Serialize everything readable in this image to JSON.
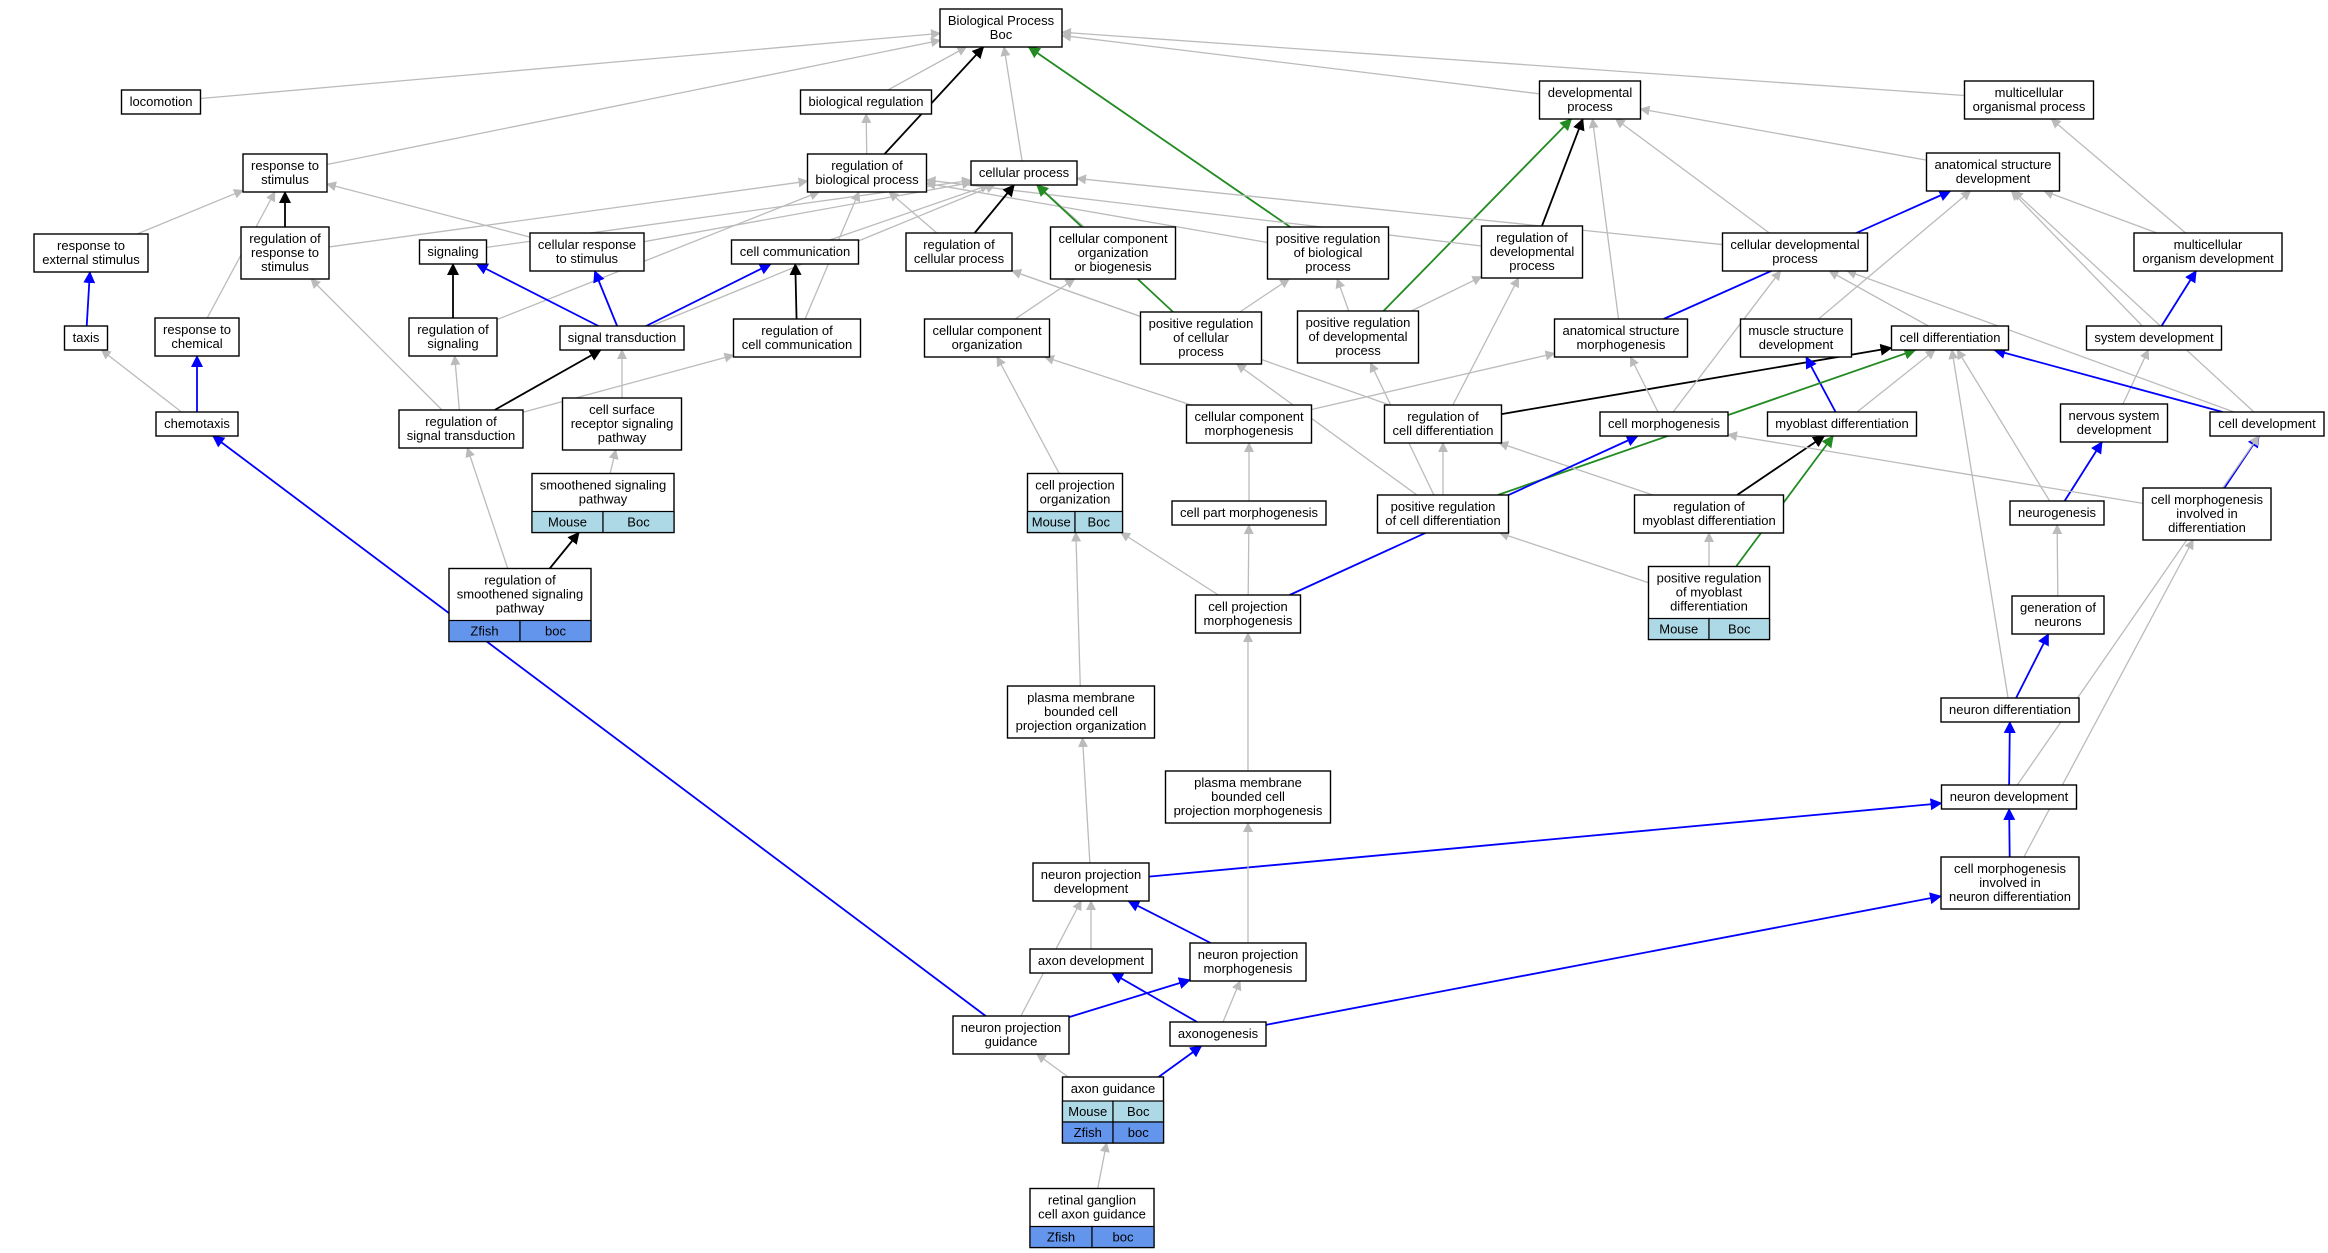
{
  "colors": {
    "gray": "#bbbbbb",
    "black": "#000000",
    "blue": "#0000ff",
    "green": "#228b22",
    "mouse_fill": "#add8e6",
    "zfish_fill": "#6495ed"
  },
  "nodes": [
    {
      "id": "bp",
      "lines": [
        "Biological Process",
        "Boc"
      ]
    },
    {
      "id": "locomotion",
      "lines": [
        "locomotion"
      ]
    },
    {
      "id": "bioreg",
      "lines": [
        "biological regulation"
      ]
    },
    {
      "id": "devproc",
      "lines": [
        "developmental",
        "process"
      ]
    },
    {
      "id": "multorg",
      "lines": [
        "multicellular",
        "organismal process"
      ]
    },
    {
      "id": "respstim",
      "lines": [
        "response to",
        "stimulus"
      ]
    },
    {
      "id": "regbio",
      "lines": [
        "regulation of",
        "biological process"
      ]
    },
    {
      "id": "cellproc",
      "lines": [
        "cellular process"
      ]
    },
    {
      "id": "anatdev",
      "lines": [
        "anatomical structure",
        "development"
      ]
    },
    {
      "id": "respext",
      "lines": [
        "response to",
        "external stimulus"
      ]
    },
    {
      "id": "regresp",
      "lines": [
        "regulation of",
        "response to",
        "stimulus"
      ]
    },
    {
      "id": "signaling",
      "lines": [
        "signaling"
      ]
    },
    {
      "id": "cellresp",
      "lines": [
        "cellular response",
        "to stimulus"
      ]
    },
    {
      "id": "cellcomm",
      "lines": [
        "cell communication"
      ]
    },
    {
      "id": "regcell",
      "lines": [
        "regulation of",
        "cellular process"
      ]
    },
    {
      "id": "ccorgbio",
      "lines": [
        "cellular component",
        "organization",
        "or biogenesis"
      ]
    },
    {
      "id": "posregbio",
      "lines": [
        "positive regulation",
        "of biological",
        "process"
      ]
    },
    {
      "id": "regdev",
      "lines": [
        "regulation of",
        "developmental",
        "process"
      ]
    },
    {
      "id": "celldevproc",
      "lines": [
        "cellular developmental",
        "process"
      ]
    },
    {
      "id": "multorgdev",
      "lines": [
        "multicellular",
        "organism development"
      ]
    },
    {
      "id": "taxis",
      "lines": [
        "taxis"
      ]
    },
    {
      "id": "respchem",
      "lines": [
        "response to",
        "chemical"
      ]
    },
    {
      "id": "regsig",
      "lines": [
        "regulation of",
        "signaling"
      ]
    },
    {
      "id": "sigtrans",
      "lines": [
        "signal transduction"
      ]
    },
    {
      "id": "regcellcomm",
      "lines": [
        "regulation of",
        "cell communication"
      ]
    },
    {
      "id": "ccorg",
      "lines": [
        "cellular component",
        "organization"
      ]
    },
    {
      "id": "posregcell",
      "lines": [
        "positive regulation",
        "of cellular",
        "process"
      ]
    },
    {
      "id": "posregdev",
      "lines": [
        "positive regulation",
        "of developmental",
        "process"
      ]
    },
    {
      "id": "anatmorph",
      "lines": [
        "anatomical structure",
        "morphogenesis"
      ]
    },
    {
      "id": "musdev",
      "lines": [
        "muscle structure",
        "development"
      ]
    },
    {
      "id": "celldiff",
      "lines": [
        "cell differentiation"
      ]
    },
    {
      "id": "sysdev",
      "lines": [
        "system development"
      ]
    },
    {
      "id": "chemotaxis",
      "lines": [
        "chemotaxis"
      ]
    },
    {
      "id": "regsigtrans",
      "lines": [
        "regulation of",
        "signal transduction"
      ]
    },
    {
      "id": "cellsurf",
      "lines": [
        "cell surface",
        "receptor signaling",
        "pathway"
      ]
    },
    {
      "id": "ccmorph",
      "lines": [
        "cellular component",
        "morphogenesis"
      ]
    },
    {
      "id": "regcelldiff",
      "lines": [
        "regulation of",
        "cell differentiation"
      ]
    },
    {
      "id": "cellmorph",
      "lines": [
        "cell morphogenesis"
      ]
    },
    {
      "id": "myodiff",
      "lines": [
        "myoblast differentiation"
      ]
    },
    {
      "id": "nervdev",
      "lines": [
        "nervous system",
        "development"
      ]
    },
    {
      "id": "celldevel",
      "lines": [
        "cell development"
      ]
    },
    {
      "id": "smooth",
      "lines": [
        "smoothened signaling",
        "pathway"
      ],
      "ann": [
        [
          "Mouse",
          "Boc"
        ]
      ]
    },
    {
      "id": "cellprojorg",
      "lines": [
        "cell projection",
        "organization"
      ],
      "ann": [
        [
          "Mouse",
          "Boc"
        ]
      ]
    },
    {
      "id": "cellpartmorph",
      "lines": [
        "cell part morphogenesis"
      ]
    },
    {
      "id": "posregcelldiff",
      "lines": [
        "positive regulation",
        "of cell differentiation"
      ]
    },
    {
      "id": "regmyo",
      "lines": [
        "regulation of",
        "myoblast differentiation"
      ]
    },
    {
      "id": "neurogenesis",
      "lines": [
        "neurogenesis"
      ]
    },
    {
      "id": "cmorphdiff",
      "lines": [
        "cell morphogenesis",
        "involved in",
        "differentiation"
      ]
    },
    {
      "id": "regsmooth",
      "lines": [
        "regulation of",
        "smoothened signaling",
        "pathway"
      ],
      "ann": [
        [
          "Zfish",
          "boc"
        ]
      ]
    },
    {
      "id": "cellprojmorph",
      "lines": [
        "cell projection",
        "morphogenesis"
      ]
    },
    {
      "id": "posregmyo",
      "lines": [
        "positive regulation",
        "of myoblast",
        "differentiation"
      ],
      "ann": [
        [
          "Mouse",
          "Boc"
        ]
      ]
    },
    {
      "id": "genneur",
      "lines": [
        "generation of",
        "neurons"
      ]
    },
    {
      "id": "pmbcpo",
      "lines": [
        "plasma membrane",
        "bounded cell",
        "projection organization"
      ]
    },
    {
      "id": "neurdiff",
      "lines": [
        "neuron differentiation"
      ]
    },
    {
      "id": "pmbcpm",
      "lines": [
        "plasma membrane",
        "bounded cell",
        "projection morphogenesis"
      ]
    },
    {
      "id": "neurdev",
      "lines": [
        "neuron development"
      ]
    },
    {
      "id": "npd",
      "lines": [
        "neuron projection",
        "development"
      ]
    },
    {
      "id": "cmneur",
      "lines": [
        "cell morphogenesis",
        "involved in",
        "neuron differentiation"
      ]
    },
    {
      "id": "axondev",
      "lines": [
        "axon development"
      ]
    },
    {
      "id": "npm",
      "lines": [
        "neuron projection",
        "morphogenesis"
      ]
    },
    {
      "id": "npg",
      "lines": [
        "neuron projection",
        "guidance"
      ]
    },
    {
      "id": "axonogenesis",
      "lines": [
        "axonogenesis"
      ]
    },
    {
      "id": "axonguid",
      "lines": [
        "axon guidance"
      ],
      "ann": [
        [
          "Mouse",
          "Boc"
        ],
        [
          "Zfish",
          "boc"
        ]
      ]
    },
    {
      "id": "rgc",
      "lines": [
        "retinal ganglion",
        "cell axon guidance"
      ],
      "ann": [
        [
          "Zfish",
          "boc"
        ]
      ]
    }
  ],
  "edges": [
    {
      "from": "locomotion",
      "to": "bp",
      "color": "gray"
    },
    {
      "from": "bioreg",
      "to": "bp",
      "color": "gray"
    },
    {
      "from": "devproc",
      "to": "bp",
      "color": "gray"
    },
    {
      "from": "multorg",
      "to": "bp",
      "color": "gray"
    },
    {
      "from": "respstim",
      "to": "bp",
      "color": "gray"
    },
    {
      "from": "regbio",
      "to": "bp",
      "color": "black"
    },
    {
      "from": "regbio",
      "to": "bioreg",
      "color": "gray"
    },
    {
      "from": "cellproc",
      "to": "bp",
      "color": "gray"
    },
    {
      "from": "posregbio",
      "to": "bp",
      "color": "green"
    },
    {
      "from": "anatdev",
      "to": "devproc",
      "color": "gray"
    },
    {
      "from": "celldevproc",
      "to": "devproc",
      "color": "gray"
    },
    {
      "from": "anatmorph",
      "to": "devproc",
      "color": "gray"
    },
    {
      "from": "regdev",
      "to": "devproc",
      "color": "black"
    },
    {
      "from": "posregdev",
      "to": "devproc",
      "color": "green"
    },
    {
      "from": "multorgdev",
      "to": "multorg",
      "color": "gray"
    },
    {
      "from": "multorgdev",
      "to": "anatdev",
      "color": "gray"
    },
    {
      "from": "sysdev",
      "to": "anatdev",
      "color": "gray"
    },
    {
      "from": "anatmorph",
      "to": "anatdev",
      "color": "blue"
    },
    {
      "from": "musdev",
      "to": "anatdev",
      "color": "gray"
    },
    {
      "from": "celldevel",
      "to": "anatdev",
      "color": "gray"
    },
    {
      "from": "respext",
      "to": "respstim",
      "color": "gray"
    },
    {
      "from": "respchem",
      "to": "respstim",
      "color": "gray"
    },
    {
      "from": "regresp",
      "to": "respstim",
      "color": "black"
    },
    {
      "from": "cellresp",
      "to": "respstim",
      "color": "gray"
    },
    {
      "from": "regresp",
      "to": "regbio",
      "color": "gray"
    },
    {
      "from": "signaling",
      "to": "cellproc",
      "color": "gray"
    },
    {
      "from": "regsig",
      "to": "regbio",
      "color": "gray"
    },
    {
      "from": "regcell",
      "to": "regbio",
      "color": "gray"
    },
    {
      "from": "regdev",
      "to": "regbio",
      "color": "gray"
    },
    {
      "from": "posregbio",
      "to": "regbio",
      "color": "gray"
    },
    {
      "from": "regcellcomm",
      "to": "regbio",
      "color": "gray"
    },
    {
      "from": "cellcomm",
      "to": "cellproc",
      "color": "gray"
    },
    {
      "from": "regcell",
      "to": "cellproc",
      "color": "black"
    },
    {
      "from": "ccorgbio",
      "to": "cellproc",
      "color": "gray"
    },
    {
      "from": "celldevproc",
      "to": "cellproc",
      "color": "gray"
    },
    {
      "from": "posregcell",
      "to": "cellproc",
      "color": "green"
    },
    {
      "from": "sigtrans",
      "to": "cellproc",
      "color": "gray"
    },
    {
      "from": "cellresp",
      "to": "cellproc",
      "color": "gray"
    },
    {
      "from": "taxis",
      "to": "respext",
      "color": "blue"
    },
    {
      "from": "regsig",
      "to": "signaling",
      "color": "black"
    },
    {
      "from": "sigtrans",
      "to": "signaling",
      "color": "blue"
    },
    {
      "from": "sigtrans",
      "to": "cellresp",
      "color": "blue"
    },
    {
      "from": "sigtrans",
      "to": "cellcomm",
      "color": "blue"
    },
    {
      "from": "regcellcomm",
      "to": "cellcomm",
      "color": "black"
    },
    {
      "from": "ccorg",
      "to": "ccorgbio",
      "color": "gray"
    },
    {
      "from": "posregcell",
      "to": "regcell",
      "color": "gray"
    },
    {
      "from": "posregcell",
      "to": "posregbio",
      "color": "gray"
    },
    {
      "from": "posregdev",
      "to": "posregbio",
      "color": "gray"
    },
    {
      "from": "posregdev",
      "to": "regdev",
      "color": "gray"
    },
    {
      "from": "regcelldiff",
      "to": "regdev",
      "color": "gray"
    },
    {
      "from": "celldiff",
      "to": "celldevproc",
      "color": "gray"
    },
    {
      "from": "celldevel",
      "to": "celldevproc",
      "color": "gray"
    },
    {
      "from": "sysdev",
      "to": "multorgdev",
      "color": "blue"
    },
    {
      "from": "chemotaxis",
      "to": "taxis",
      "color": "gray"
    },
    {
      "from": "chemotaxis",
      "to": "respchem",
      "color": "blue"
    },
    {
      "from": "regsigtrans",
      "to": "regsig",
      "color": "gray"
    },
    {
      "from": "regsigtrans",
      "to": "sigtrans",
      "color": "black"
    },
    {
      "from": "regsigtrans",
      "to": "regcellcomm",
      "color": "gray"
    },
    {
      "from": "regsigtrans",
      "to": "regresp",
      "color": "gray"
    },
    {
      "from": "cellsurf",
      "to": "sigtrans",
      "color": "gray"
    },
    {
      "from": "ccmorph",
      "to": "ccorg",
      "color": "gray"
    },
    {
      "from": "ccmorph",
      "to": "anatmorph",
      "color": "gray"
    },
    {
      "from": "regcelldiff",
      "to": "regcell",
      "color": "gray"
    },
    {
      "from": "regcelldiff",
      "to": "celldiff",
      "color": "black"
    },
    {
      "from": "cellmorph",
      "to": "anatmorph",
      "color": "gray"
    },
    {
      "from": "cellmorph",
      "to": "celldevproc",
      "color": "gray"
    },
    {
      "from": "myodiff",
      "to": "musdev",
      "color": "blue"
    },
    {
      "from": "myodiff",
      "to": "celldiff",
      "color": "gray"
    },
    {
      "from": "nervdev",
      "to": "sysdev",
      "color": "gray"
    },
    {
      "from": "celldevel",
      "to": "celldiff",
      "color": "blue"
    },
    {
      "from": "smooth",
      "to": "cellsurf",
      "color": "gray"
    },
    {
      "from": "cellprojorg",
      "to": "ccorg",
      "color": "gray"
    },
    {
      "from": "cellpartmorph",
      "to": "ccmorph",
      "color": "gray"
    },
    {
      "from": "posregcelldiff",
      "to": "regcelldiff",
      "color": "gray"
    },
    {
      "from": "posregcelldiff",
      "to": "celldiff",
      "color": "green"
    },
    {
      "from": "posregcelldiff",
      "to": "posregdev",
      "color": "gray"
    },
    {
      "from": "posregcelldiff",
      "to": "posregcell",
      "color": "gray"
    },
    {
      "from": "regmyo",
      "to": "regcelldiff",
      "color": "gray"
    },
    {
      "from": "regmyo",
      "to": "myodiff",
      "color": "black"
    },
    {
      "from": "neurogenesis",
      "to": "nervdev",
      "color": "blue"
    },
    {
      "from": "neurogenesis",
      "to": "celldiff",
      "color": "gray"
    },
    {
      "from": "cmorphdiff",
      "to": "celldevel",
      "color": "blue"
    },
    {
      "from": "cmorphdiff",
      "to": "cellmorph",
      "color": "gray"
    },
    {
      "from": "regsmooth",
      "to": "smooth",
      "color": "black"
    },
    {
      "from": "regsmooth",
      "to": "regsigtrans",
      "color": "gray"
    },
    {
      "from": "cellprojmorph",
      "to": "cellprojorg",
      "color": "gray"
    },
    {
      "from": "cellprojmorph",
      "to": "cellpartmorph",
      "color": "gray"
    },
    {
      "from": "cellprojmorph",
      "to": "cellmorph",
      "color": "blue"
    },
    {
      "from": "posregmyo",
      "to": "regmyo",
      "color": "gray"
    },
    {
      "from": "posregmyo",
      "to": "myodiff",
      "color": "green"
    },
    {
      "from": "posregmyo",
      "to": "posregcelldiff",
      "color": "gray"
    },
    {
      "from": "genneur",
      "to": "neurogenesis",
      "color": "gray"
    },
    {
      "from": "pmbcpo",
      "to": "cellprojorg",
      "color": "gray"
    },
    {
      "from": "neurdiff",
      "to": "genneur",
      "color": "blue"
    },
    {
      "from": "neurdiff",
      "to": "celldiff",
      "color": "gray"
    },
    {
      "from": "pmbcpm",
      "to": "cellprojmorph",
      "color": "gray"
    },
    {
      "from": "neurdev",
      "to": "neurdiff",
      "color": "blue"
    },
    {
      "from": "neurdev",
      "to": "celldevel",
      "color": "gray"
    },
    {
      "from": "npd",
      "to": "neurdev",
      "color": "blue"
    },
    {
      "from": "npd",
      "to": "pmbcpo",
      "color": "gray"
    },
    {
      "from": "cmneur",
      "to": "neurdev",
      "color": "blue"
    },
    {
      "from": "cmneur",
      "to": "cmorphdiff",
      "color": "gray"
    },
    {
      "from": "axondev",
      "to": "npd",
      "color": "gray"
    },
    {
      "from": "npm",
      "to": "npd",
      "color": "blue"
    },
    {
      "from": "npm",
      "to": "pmbcpm",
      "color": "gray"
    },
    {
      "from": "npg",
      "to": "npm",
      "color": "blue"
    },
    {
      "from": "npg",
      "to": "npd",
      "color": "gray"
    },
    {
      "from": "npg",
      "to": "chemotaxis",
      "color": "blue"
    },
    {
      "from": "axonogenesis",
      "to": "axondev",
      "color": "blue"
    },
    {
      "from": "axonogenesis",
      "to": "npm",
      "color": "gray"
    },
    {
      "from": "axonogenesis",
      "to": "cmneur",
      "color": "blue"
    },
    {
      "from": "axonguid",
      "to": "npg",
      "color": "gray"
    },
    {
      "from": "axonguid",
      "to": "axonogenesis",
      "color": "blue"
    },
    {
      "from": "rgc",
      "to": "axonguid",
      "color": "gray"
    }
  ]
}
